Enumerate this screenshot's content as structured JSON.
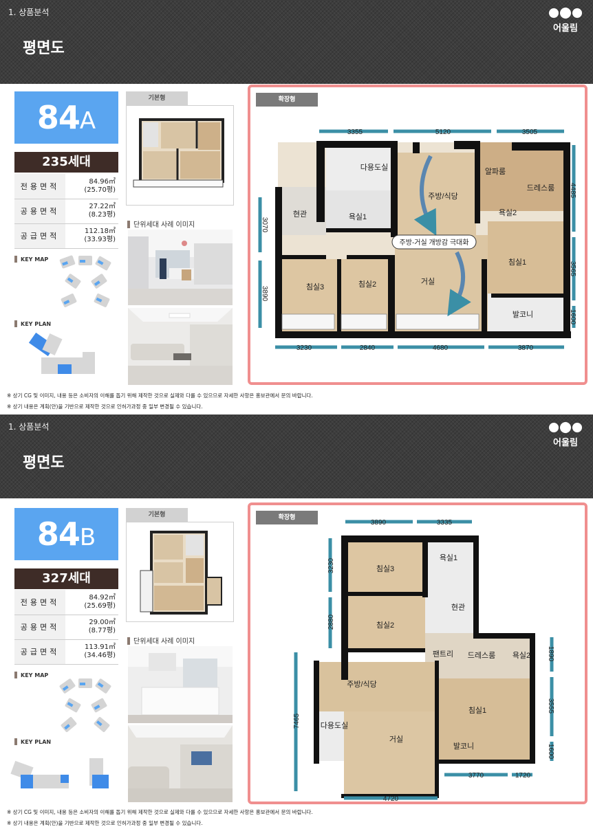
{
  "panels": [
    {
      "breadcrumb": "1. 상품분석",
      "title": "평면도",
      "logo": "어울림",
      "type_num": "84",
      "type_letter": "A",
      "households": "235세대",
      "areas": [
        {
          "label": "전용면적",
          "value": "84.96㎡",
          "sub": "(25.70평)"
        },
        {
          "label": "공용면적",
          "value": "27.22㎡",
          "sub": "(8.23평)"
        },
        {
          "label": "공급면적",
          "value": "112.18㎡",
          "sub": "(33.93평)"
        }
      ],
      "keymap_label": "KEY MAP",
      "keyplan_label": "KEY PLAN",
      "basic_tag": "기본형",
      "sample_label": "단위세대 사례 이미지",
      "expanded_tag": "확장형",
      "dims_top": [
        "3355",
        "5120",
        "3505"
      ],
      "dims_bottom": [
        "3230",
        "2840",
        "4680",
        "3870"
      ],
      "dims_left": [
        "3070",
        "3890"
      ],
      "dims_right": [
        "4485",
        "3565",
        "1600"
      ],
      "rooms": [
        "다용도실",
        "알파룸",
        "드레스룸",
        "주방/식당",
        "현관",
        "욕실1",
        "욕실2",
        "침실3",
        "침실2",
        "거실",
        "침실1",
        "발코니"
      ],
      "callout": "주방-거실 개방감 극대화",
      "notes": [
        "※ 상기 CG 및 이미지, 내용 등은 소비자의 이해를 돕기 위해 제작한 것으로 실제와 다를 수 있으므로 자세한 사항은 홍보관에서 문의 바랍니다.",
        "※ 상기 내용은 계획(안)을 기반으로 제작한 것으로 인허가과정 중 일부 변경될 수 있습니다."
      ]
    },
    {
      "breadcrumb": "1. 상품분석",
      "title": "평면도",
      "logo": "어울림",
      "type_num": "84",
      "type_letter": "B",
      "households": "327세대",
      "areas": [
        {
          "label": "전용면적",
          "value": "84.92㎡",
          "sub": "(25.69평)"
        },
        {
          "label": "공용면적",
          "value": "29.00㎡",
          "sub": "(8.77평)"
        },
        {
          "label": "공급면적",
          "value": "113.91㎡",
          "sub": "(34.46평)"
        }
      ],
      "keymap_label": "KEY MAP",
      "keyplan_label": "KEY PLAN",
      "basic_tag": "기본형",
      "sample_label": "단위세대 사례 이미지",
      "expanded_tag": "확장형",
      "dims_top": [
        "3890",
        "3335"
      ],
      "dims_left": [
        "3230",
        "2880",
        "7465"
      ],
      "dims_right": [
        "1890",
        "3555",
        "1600"
      ],
      "dims_bottom_inner": [
        "3770",
        "1720"
      ],
      "dims_bottom": [
        "4720"
      ],
      "rooms": [
        "침실3",
        "욕실1",
        "현관",
        "침실2",
        "팬트리",
        "드레스룸",
        "욕실2",
        "주방/식당",
        "침실1",
        "다용도실",
        "거실",
        "발코니"
      ],
      "notes": [
        "※ 상기 CG 및 이미지, 내용 등은 소비자의 이해를 돕기 위해 제작한 것으로 실제와 다를 수 있으므로 자세한 사항은 홍보관에서 문의 바랍니다.",
        "※ 상기 내용은 계획(안)을 기반으로 제작한 것으로 인허가과정 중 일부 변경될 수 있습니다."
      ]
    }
  ]
}
